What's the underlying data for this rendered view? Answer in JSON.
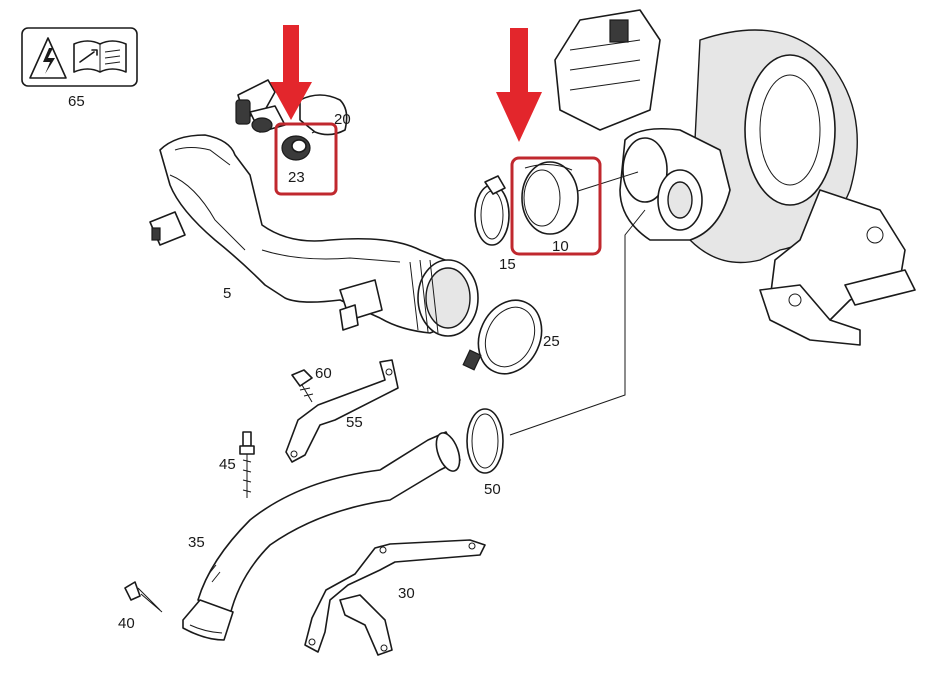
{
  "parts": {
    "p5": {
      "label": "5"
    },
    "p10": {
      "label": "10"
    },
    "p15": {
      "label": "15"
    },
    "p20": {
      "label": "20"
    },
    "p23": {
      "label": "23"
    },
    "p25": {
      "label": "25"
    },
    "p30": {
      "label": "30"
    },
    "p35": {
      "label": "35"
    },
    "p40": {
      "label": "40"
    },
    "p45": {
      "label": "45"
    },
    "p50": {
      "label": "50"
    },
    "p55": {
      "label": "55"
    },
    "p60": {
      "label": "60"
    },
    "p65": {
      "label": "65"
    }
  },
  "highlight": {
    "box_color": "#c0282e",
    "arrow_color": "#e3262c",
    "highlighted_parts": [
      "23",
      "10"
    ]
  },
  "icons": [
    "electrical-warning-icon",
    "service-manual-icon"
  ]
}
